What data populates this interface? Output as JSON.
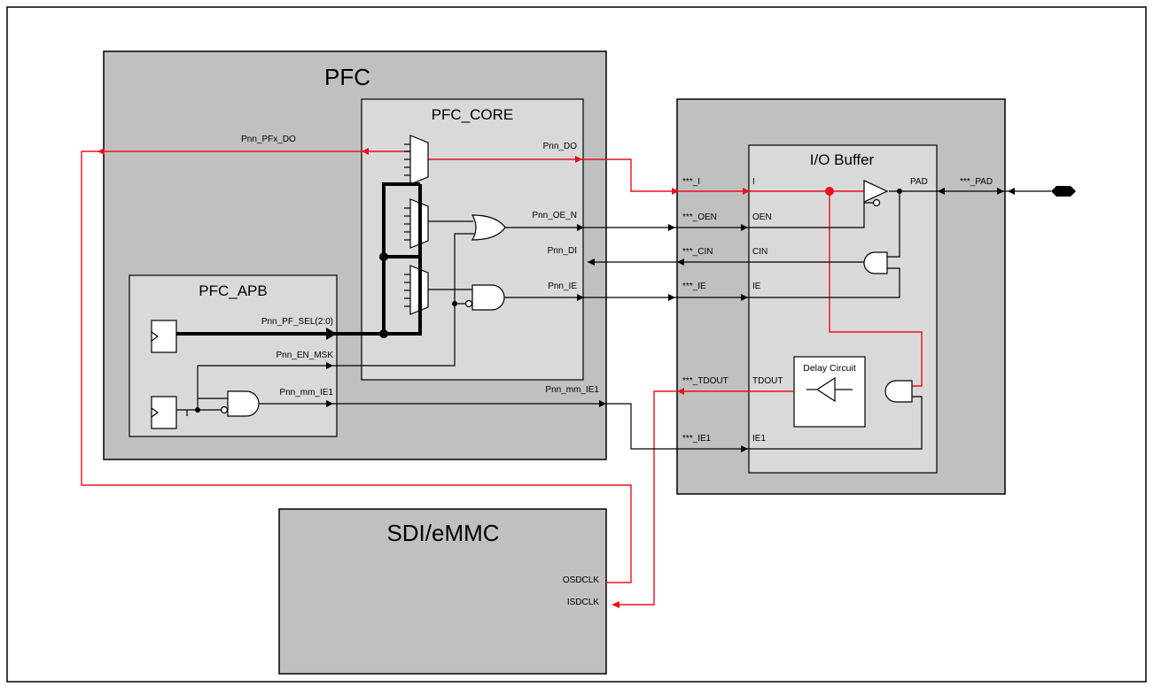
{
  "blocks": {
    "pfc": "PFC",
    "pfc_core": "PFC_CORE",
    "pfc_apb": "PFC_APB",
    "io_buffer": "I/O Buffer",
    "sdi_emmc": "SDI/eMMC",
    "delay_circuit": "Delay Circuit"
  },
  "signals": {
    "pnn_pfx_do": "Pnn_PFx_DO",
    "pnn_do": "Pnn_DO",
    "pnn_oe_n": "Pnn_OE_N",
    "pnn_di": "Pnn_DI",
    "pnn_ie": "Pnn_IE",
    "pnn_pf_sel": "Pnn_PF_SEL(2:0)",
    "pnn_en_msk": "Pnn_EN_MSK",
    "pnn_mm_ie1_apb": "Pnn_mm_IE1",
    "pnn_mm_ie1_pfc": "Pnn_mm_IE1",
    "osdclk": "OSDCLK",
    "isdclk": "ISDCLK"
  },
  "io_ports": {
    "ext_i": "***_I",
    "ext_oen": "***_OEN",
    "ext_cin": "***_CIN",
    "ext_ie": "***_IE",
    "ext_tdout": "***_TDOUT",
    "ext_ie1": "***_IE1",
    "ext_pad": "***_PAD",
    "int_i": "I",
    "int_oen": "OEN",
    "int_cin": "CIN",
    "int_ie": "IE",
    "int_tdout": "TDOUT",
    "int_ie1": "IE1",
    "int_pad": "PAD"
  },
  "colors": {
    "highlight_path": "#e8101c",
    "block_dark": "#c0c0c0",
    "block_light": "#d9d9d9"
  }
}
